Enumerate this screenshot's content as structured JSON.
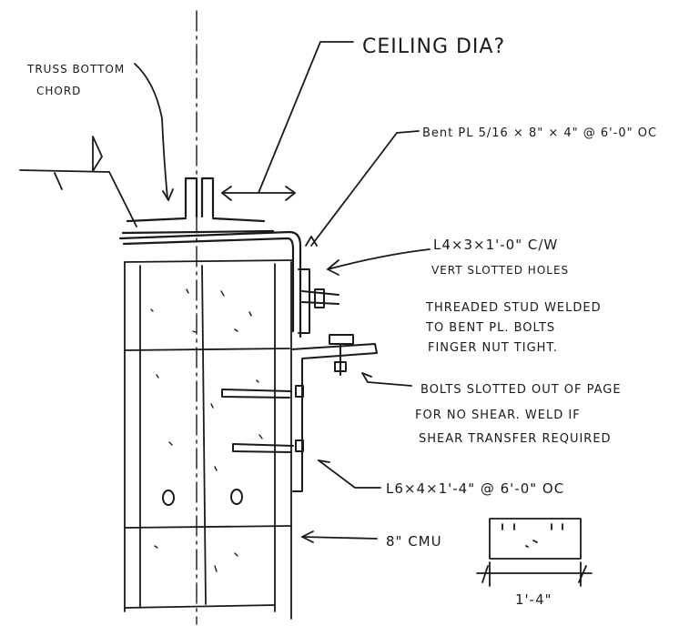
{
  "labels": {
    "truss_line1": "TRUSS BOTTOM",
    "truss_line2": "CHORD",
    "ceiling": "CEILING DIA?",
    "bent_plate": "Bent PL 5/16 × 8\" × 4\" @ 6'-0\" OC",
    "angle_top_line1": "L4×3×1'-0\" C/W",
    "angle_top_line2": "VERT SLOTTED HOLES",
    "stud_line1": "THREADED STUD WELDED",
    "stud_line2": "TO BENT PL. BOLTS",
    "stud_line3": "FINGER NUT TIGHT.",
    "bolts_line1": "BOLTS SLOTTED OUT OF PAGE",
    "bolts_line2": "FOR NO SHEAR. WELD IF",
    "bolts_line3": "SHEAR TRANSFER REQUIRED",
    "angle_bottom": "L6×4×1'-4\" @ 6'-0\" OC",
    "cmu": "8\" CMU",
    "dimension": "1'-4\""
  }
}
